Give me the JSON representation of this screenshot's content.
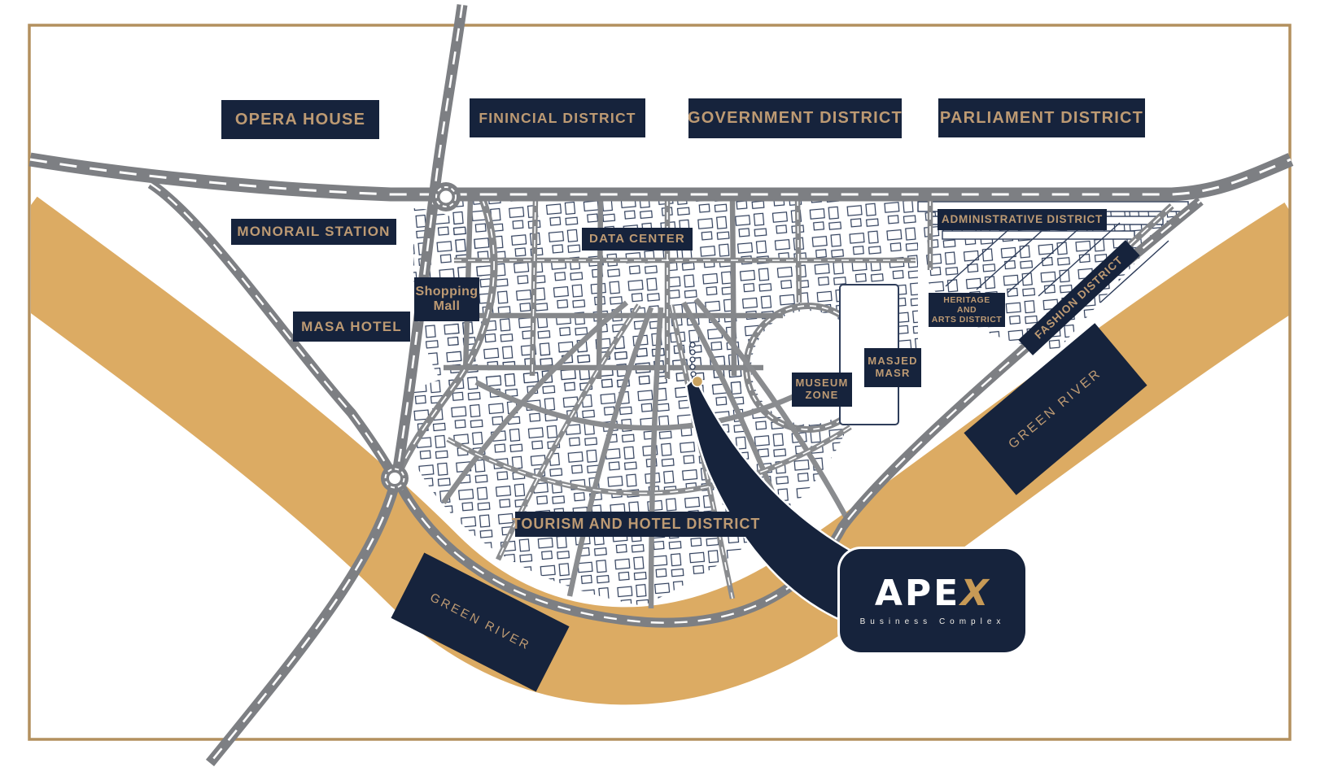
{
  "page": {
    "type": "masterplan-location-map"
  },
  "colors": {
    "navy": "#16233c",
    "label_text_gold": "#bd9a73",
    "river_tan": "#dcab63",
    "road_gray": "#7d7f83",
    "frame_gold": "#b3905e",
    "brand_gold": "#c79a56"
  },
  "labels": {
    "opera_house": "OPERA HOUSE",
    "finincial_district": "FININCIAL DISTRICT",
    "government_district": "GOVERNMENT DISTRICT",
    "parliament_district": "PARLIAMENT DISTRICT",
    "monorail_station": "MONORAIL STATION",
    "data_center": "DATA CENTER",
    "administrative_district": "ADMINISTRATIVE DISTRICT",
    "shopping_mall": {
      "line1": "Shopping",
      "line2": "Mall"
    },
    "masa_hotel": "MASA HOTEL",
    "heritage_arts": {
      "line1": "HERITAGE",
      "line2": "AND",
      "line3": "ARTS DISTRICT"
    },
    "fashion_district": "FASHION DISTRICT",
    "museum_zone": {
      "line1": "MUSEUM",
      "line2": "ZONE"
    },
    "masjed_masr": {
      "line1": "MASJED",
      "line2": "MASR"
    },
    "tourism_hotel_district": "TOURISM AND HOTEL DISTRICT",
    "green_river": "GREEN RIVER"
  },
  "callout": {
    "brand_prefix": "APE",
    "brand_suffix": "X",
    "tagline": "Business Complex"
  }
}
